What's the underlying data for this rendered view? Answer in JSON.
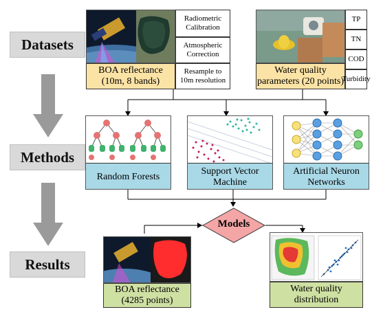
{
  "stages": {
    "datasets": "Datasets",
    "methods": "Methods",
    "results": "Results"
  },
  "boa": {
    "caption": "BOA  reflectance (10m, 8 bands)",
    "steps": [
      "Radiometric Calibration",
      "Atmospheric Correction",
      "Resample to 10m resolution"
    ]
  },
  "wq": {
    "caption": "Water quality parameters (20 points)",
    "params": [
      "TP",
      "TN",
      "COD",
      "Turbidity"
    ]
  },
  "methods": {
    "rf": "Random Forests",
    "svm": "Support Vector Machine",
    "ann": "Artificial Neuron Networks"
  },
  "models": "Models",
  "results": {
    "boa": "BOA  reflectance (4285 points)",
    "wq": "Water quality distribution"
  },
  "colors": {
    "yellow": "#fbe3a6",
    "blue": "#a9d8e6",
    "green": "#cfe0a3",
    "models_diamond": "#f4a6a6",
    "arrow_gray": "#9a9a9a"
  },
  "icons": [
    "satellite-icon",
    "lake-image-icon",
    "water-sampling-photo-icon",
    "decision-tree-icon",
    "svm-scatter-icon",
    "neural-network-icon",
    "lake-map-red-icon",
    "scatter-map-icon"
  ]
}
